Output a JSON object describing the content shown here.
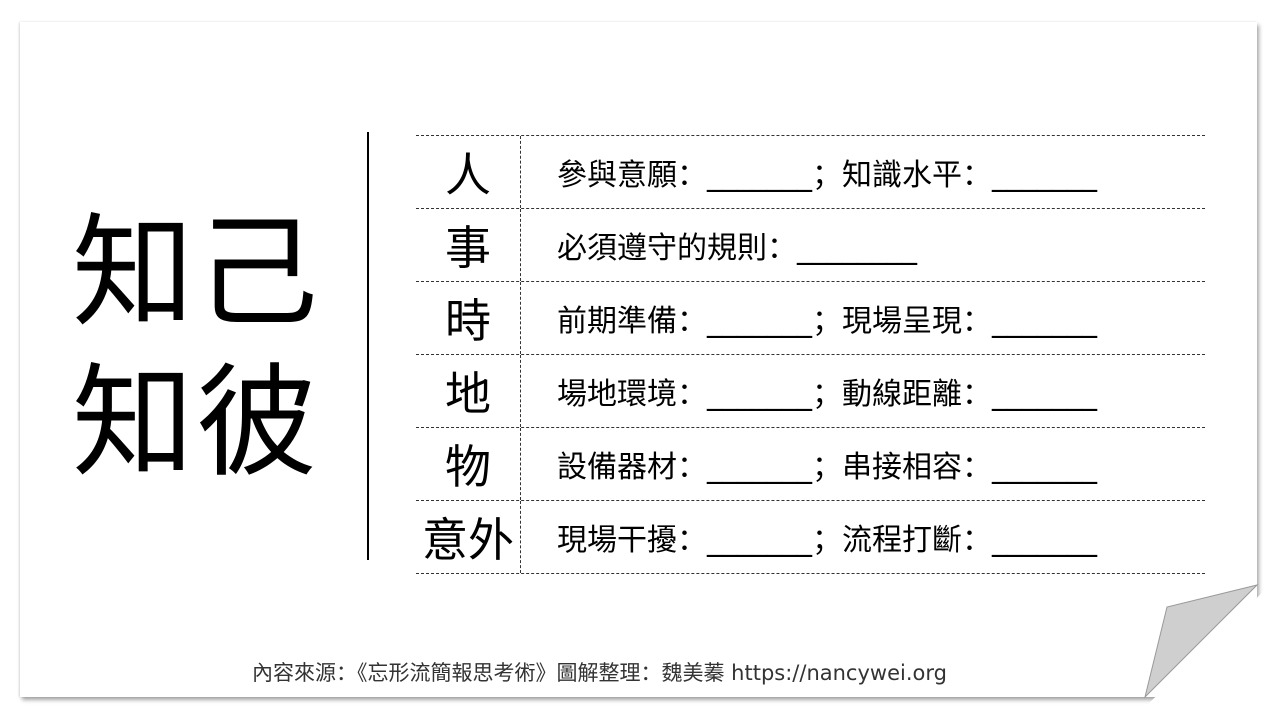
{
  "title": {
    "line1": "知己",
    "line2": "知彼"
  },
  "rows": [
    {
      "key": "人",
      "value": "參與意願：_______；知識水平：_______"
    },
    {
      "key": "事",
      "value": "必須遵守的規則：________"
    },
    {
      "key": "時",
      "value": "前期準備：_______；現場呈現：_______"
    },
    {
      "key": "地",
      "value": "場地環境：_______；動線距離：_______"
    },
    {
      "key": "物",
      "value": "設備器材：_______；串接相容：_______"
    },
    {
      "key": "意外",
      "value": "現場干擾：_______；流程打斷：_______"
    }
  ],
  "footer": "內容來源：《忘形流簡報思考術》圖解整理：魏美蓁 https://nancywei.org"
}
